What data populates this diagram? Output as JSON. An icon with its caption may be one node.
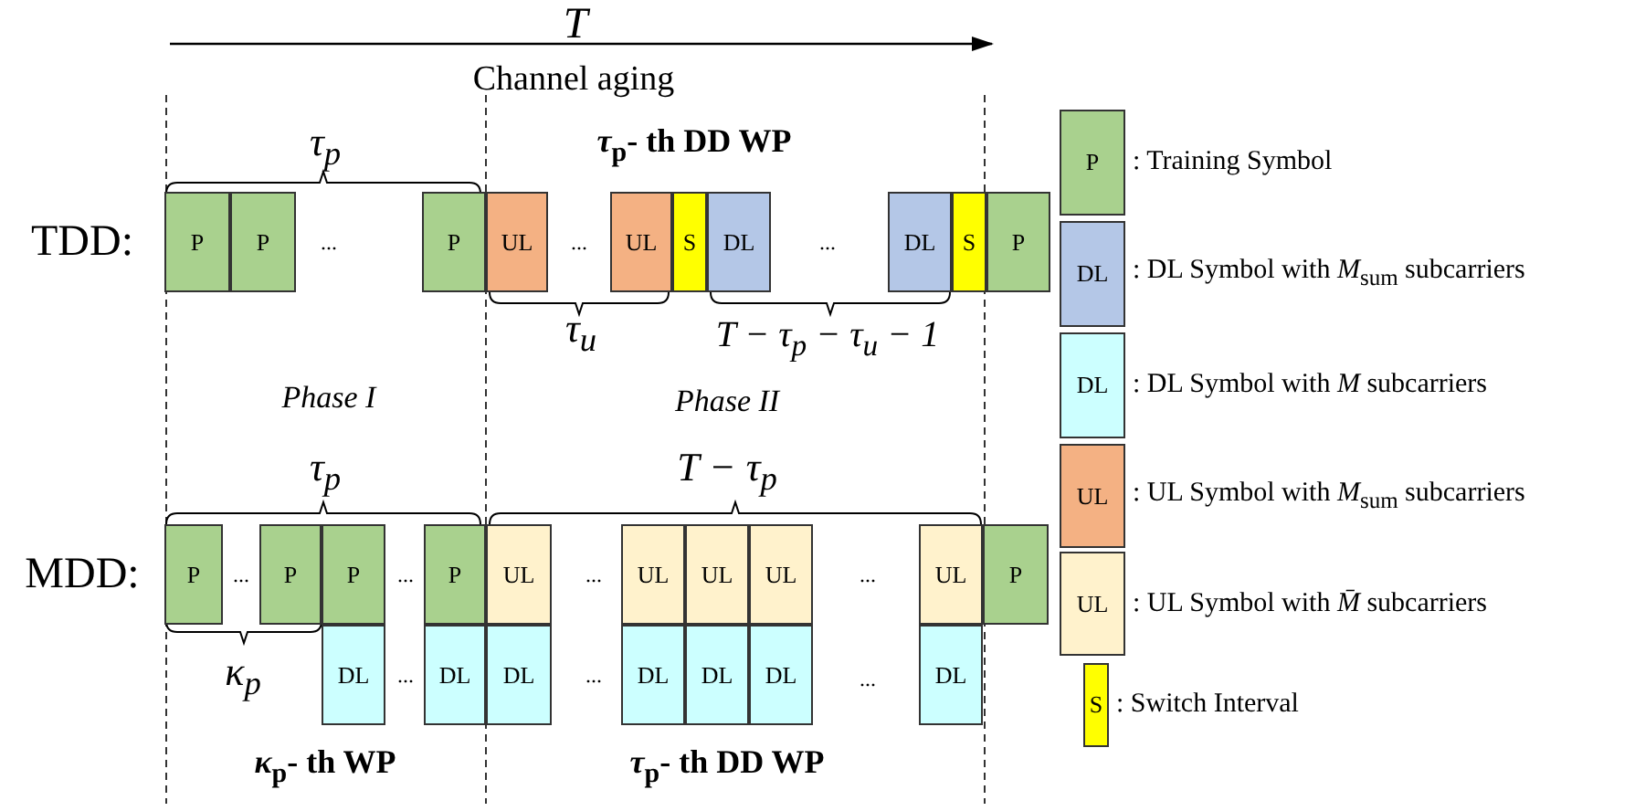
{
  "diagram": {
    "nodes": [
      {
        "text": [
          "P"
        ]
      },
      {
        "text": [
          "P"
        ]
      },
      {
        "text": [
          "P"
        ]
      },
      {
        "text": [
          "UL"
        ]
      },
      {
        "text": [
          "UL"
        ]
      },
      {
        "text": [
          "S"
        ]
      },
      {
        "text": [
          "DL"
        ]
      },
      {
        "text": [
          "DL"
        ]
      },
      {
        "text": [
          "S"
        ]
      },
      {
        "text": [
          "P"
        ]
      },
      {
        "text": [
          "P"
        ]
      },
      {
        "text": [
          "P"
        ]
      },
      {
        "text": [
          "P"
        ]
      },
      {
        "text": [
          "P"
        ]
      },
      {
        "text": [
          "UL"
        ]
      },
      {
        "text": [
          "UL"
        ]
      },
      {
        "text": [
          "UL"
        ]
      },
      {
        "text": [
          "UL"
        ]
      },
      {
        "text": [
          "UL"
        ]
      },
      {
        "text": [
          "P"
        ]
      },
      {
        "text": [
          "DL"
        ]
      },
      {
        "text": [
          "DL"
        ]
      },
      {
        "text": [
          "DL"
        ]
      },
      {
        "text": [
          "DL"
        ]
      },
      {
        "text": [
          "DL"
        ]
      },
      {
        "text": [
          "DL"
        ]
      },
      {
        "text": [
          "DL"
        ]
      },
      {
        "text": [
          "P"
        ],
        "beside": [
          ": Training Symbol"
        ]
      },
      {
        "text": [
          "DL"
        ],
        "beside": [
          ": DL Symbol with *M*$_{sum}$ subcarriers"
        ]
      },
      {
        "text": [
          "DL"
        ],
        "beside": [
          ": DL Symbol with *M* subcarriers"
        ]
      },
      {
        "text": [
          "UL"
        ],
        "beside": [
          ": UL Symbol with *M*$_{sum}$ subcarriers"
        ]
      },
      {
        "text": [
          "UL"
        ],
        "beside": [
          ": UL Symbol with *M̄* subcarriers"
        ]
      },
      {
        "text": [
          "S"
        ],
        "beside": [
          ": Switch Interval"
        ]
      }
    ],
    "labels": [
      "T",
      "Channel aging",
      "τ$_{p}$",
      "*τ*$_{p}$- th DD WP",
      "TDD:",
      "...",
      "...",
      "...",
      "τ$_{u}$",
      "*T* − *τ*$_{p}$ − *τ*$_{u}$ − 1",
      "Phase I",
      "Phase II",
      "τ$_{p}$",
      "*T* − *τ*$_{p}$",
      "MDD:",
      "...",
      "...",
      "...",
      "...",
      "κ$_{p}$",
      "...",
      "...",
      "...",
      "*κ*$_{p}$- th WP",
      "*τ*$_{p}$- th DD WP"
    ]
  }
}
